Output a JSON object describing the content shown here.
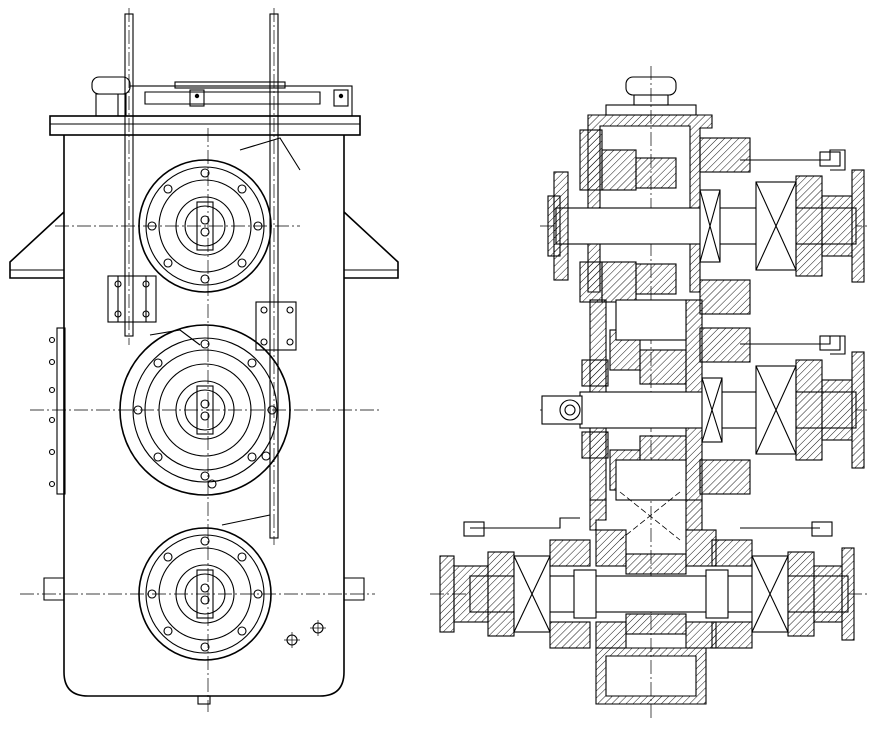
{
  "drawing": {
    "views": [
      {
        "id": "front-view",
        "kind": "exterior elevation",
        "shafts": 3
      },
      {
        "id": "section-view",
        "kind": "longitudinal cross-section",
        "shafts": 3
      }
    ],
    "line_color": "#000000",
    "background": "#ffffff"
  }
}
